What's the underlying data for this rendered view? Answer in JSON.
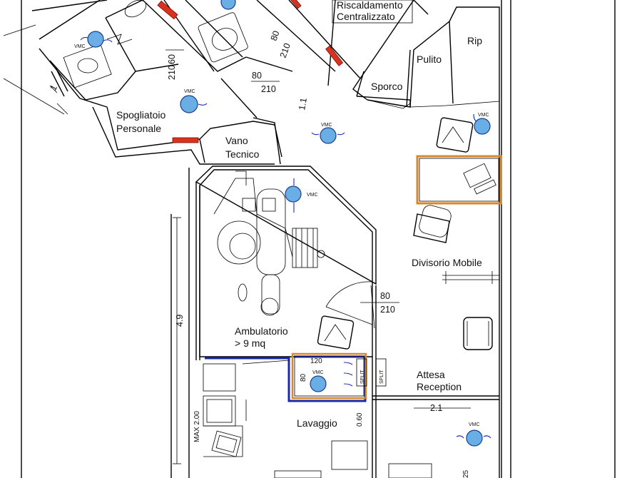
{
  "labels": {
    "riscaldamento_1": "Riscaldamento",
    "riscaldamento_2": "Centralizzato",
    "rip": "Rip",
    "pulito": "Pulito",
    "sporco": "Sporco",
    "spogliatoio_1": "Spogliatoio",
    "spogliatoio_2": "Personale",
    "vano_1": "Vano",
    "vano_2": "Tecnico",
    "divisorio": "Divisorio  Mobile",
    "ambulatorio_1": "Ambulatorio",
    "ambulatorio_2": "> 9  mq",
    "attesa_1": "Attesa",
    "attesa_2": "Reception",
    "lavaggio": "Lavaggio",
    "split": "SPLIT"
  },
  "dimensions": {
    "d_60": "60",
    "d_210_a": "210",
    "d_80_a": "80",
    "d_210_b": "210",
    "d_80_b": "80",
    "d_210_c": "210",
    "d_1_1": "1.1",
    "d_80_c": "80",
    "d_210_d": "210",
    "d_4_9": "4.9",
    "d_120": "120",
    "d_80_d": "80",
    "d_2_1": "2.1",
    "d_max": "MAX 2.00",
    "d_0_60": "0.60",
    "d_1": "1",
    "d_25": "25"
  },
  "vmc": {
    "label": "VMC"
  },
  "colors": {
    "wall": "#000000",
    "vmc_disc": "#6aaee6",
    "vmc_arrow": "#1b2fb0",
    "heater": "#d9331f",
    "desk_frame": "#d6892a",
    "lavaggio_partition": "#1a2aa8"
  }
}
